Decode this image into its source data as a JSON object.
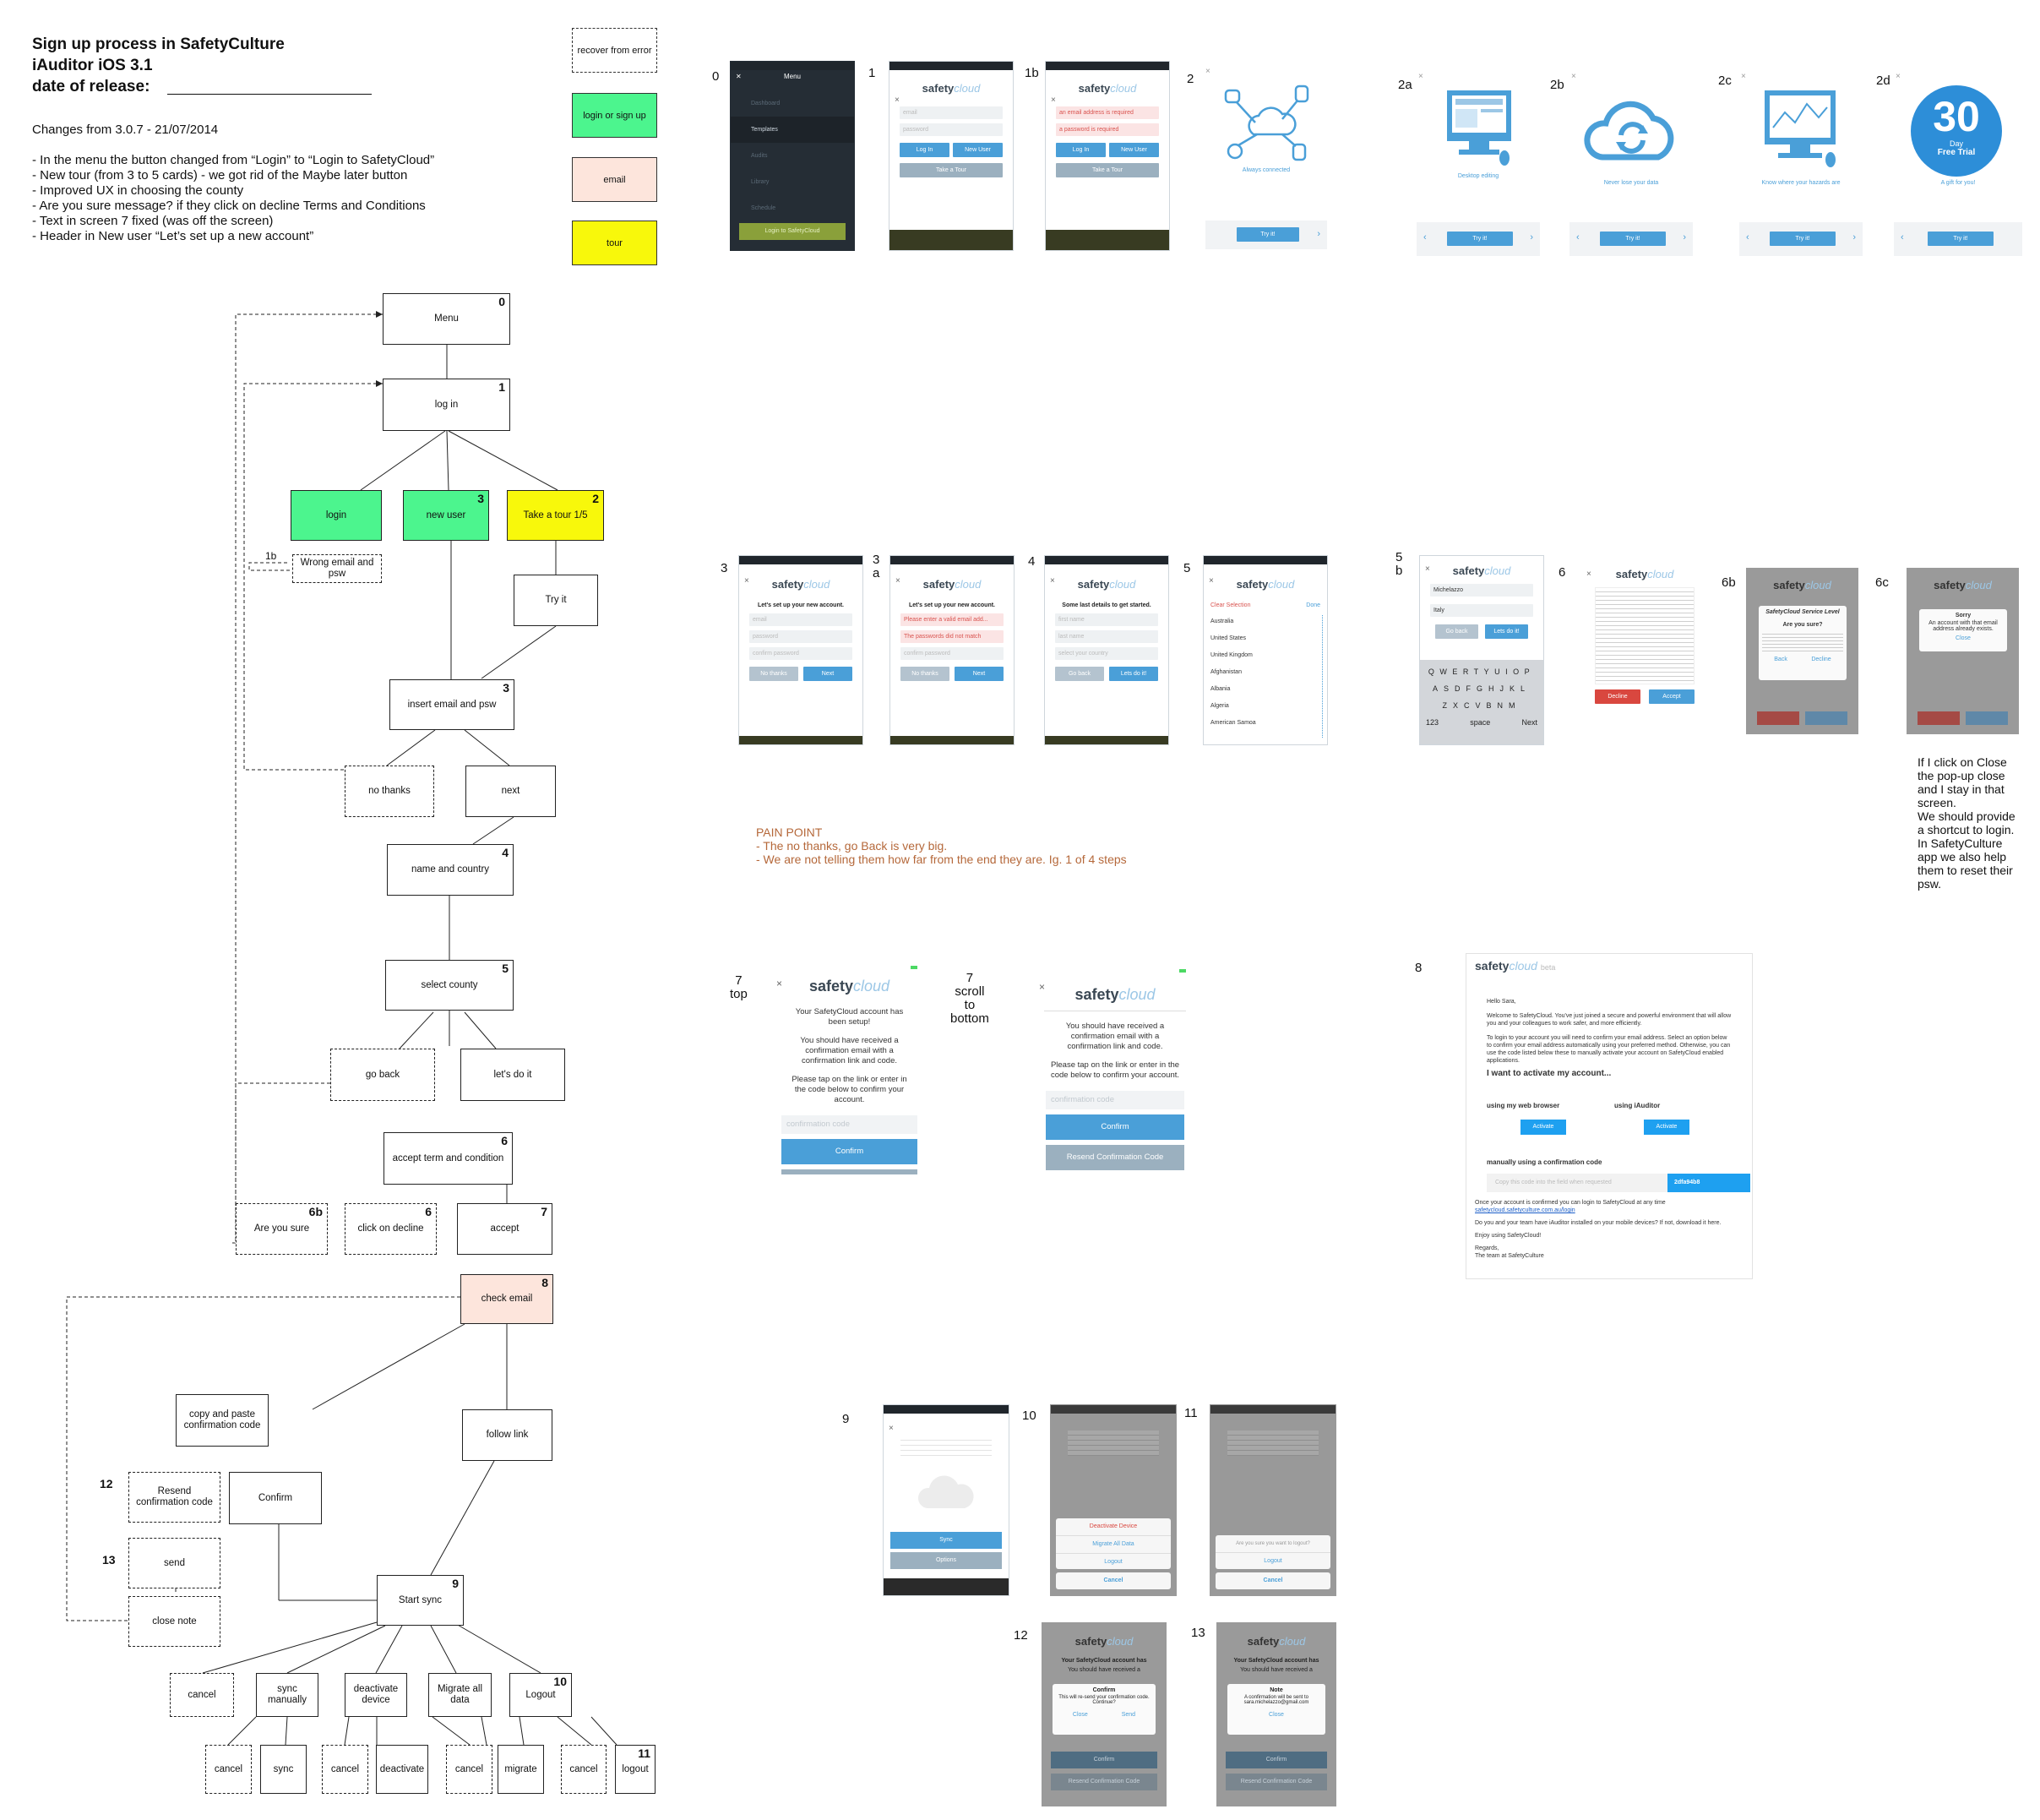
{
  "header": {
    "title": "Sign up process in SafetyCulture",
    "subtitle": "iAuditor iOS 3.1",
    "release_label": "date of release:"
  },
  "changes": {
    "title": "Changes from 3.0.7 - 21/07/2014",
    "items": [
      "- In the menu the button changed from “Login” to “Login to SafetyCloud”",
      "- New tour (from 3 to 5 cards) - we got rid of the Maybe later button",
      "- Improved UX in choosing the county",
      "- Are you sure message? if they click on decline Terms and Conditions",
      "- Text in screen 7 fixed (was off the screen)",
      "- Header in New user “Let’s set up a new account”"
    ]
  },
  "legend": {
    "recover": "recover from error",
    "login": "login or sign up",
    "email": "email",
    "tour": "tour"
  },
  "colors": {
    "green": "#4cf58e",
    "pink": "#fde5dc",
    "yellow": "#f8f80b",
    "blue": "#4a9fd8",
    "pain": "#b5683a"
  },
  "flow": {
    "menu": {
      "label": "Menu",
      "num": "0"
    },
    "login_box": {
      "label": "log in",
      "num": "1"
    },
    "login": {
      "label": "login"
    },
    "new_user": {
      "label": "new user",
      "num": "3"
    },
    "tour": {
      "label": "Take a tour 1/5",
      "num": "2"
    },
    "wrong": {
      "label": "Wrong  email and psw",
      "side": "1b"
    },
    "try_it": {
      "label": "Try it"
    },
    "insert": {
      "label": "insert email and psw",
      "num": "3"
    },
    "no_thanks": {
      "label": "no thanks"
    },
    "next": {
      "label": "next"
    },
    "name_country": {
      "label": "name and country",
      "num": "4"
    },
    "select_county": {
      "label": "select county",
      "num": "5"
    },
    "go_back": {
      "label": "go back"
    },
    "lets_do_it": {
      "label": "let's do it"
    },
    "accept_terms": {
      "label": "accept term and condition",
      "num": "6"
    },
    "are_you_sure": {
      "label": "Are you sure",
      "num": "6b"
    },
    "click_decline": {
      "label": "click on decline",
      "num": "6"
    },
    "accept": {
      "label": "accept",
      "num": "7"
    },
    "check_email": {
      "label": "check email",
      "num": "8"
    },
    "copy_paste": {
      "label": "copy and paste confirmation code"
    },
    "follow_link": {
      "label": "follow link"
    },
    "resend": {
      "label": "Resend confirmation code",
      "num": "12"
    },
    "confirm": {
      "label": "Confirm"
    },
    "send": {
      "label": "send",
      "num": "13"
    },
    "close_note": {
      "label": "close note"
    },
    "start_sync": {
      "label": "Start sync",
      "num": "9"
    },
    "cancel": {
      "label": "cancel"
    },
    "sync_manually": {
      "label": "sync manually"
    },
    "deactivate_device": {
      "label": "deactivate device"
    },
    "migrate_all": {
      "label": "Migrate all data"
    },
    "logout_box": {
      "label": "Logout",
      "num": "10"
    },
    "c_cancel1": {
      "label": "cancel"
    },
    "c_sync": {
      "label": "sync"
    },
    "c_cancel2": {
      "label": "cancel"
    },
    "c_deactivate": {
      "label": "deactivate"
    },
    "c_cancel3": {
      "label": "cancel"
    },
    "c_migrate": {
      "label": "migrate"
    },
    "c_cancel4": {
      "label": "cancel"
    },
    "c_logout": {
      "label": "logout",
      "num": "11"
    }
  },
  "screens": {
    "s0": {
      "label": "0",
      "title": "Menu",
      "items": [
        "Dashboard",
        "Templates",
        "Audits",
        "Library",
        "Schedule"
      ],
      "button": "Login to SafetyCloud"
    },
    "s1": {
      "label": "1",
      "fields": [
        "email",
        "password"
      ],
      "login": "Log In",
      "new_user": "New User",
      "tour": "Take a Tour"
    },
    "s1b": {
      "label": "1b",
      "err1": "an email address is required",
      "err2": "a password is required",
      "login": "Log In",
      "new_user": "New User",
      "tour": "Take a Tour"
    },
    "s2": {
      "label": "2",
      "caption": "Always connected",
      "btn": "Try it!"
    },
    "s2a": {
      "label": "2a",
      "caption": "Desktop editing",
      "btn": "Try it!"
    },
    "s2b": {
      "label": "2b",
      "caption": "Never lose your data",
      "btn": "Try it!"
    },
    "s2c": {
      "label": "2c",
      "caption": "Know where your hazards are",
      "btn": "Try it!"
    },
    "s2d": {
      "label": "2d",
      "big": "30",
      "day": "Day",
      "trial": "Free Trial",
      "caption": "A gift for you!",
      "btn": "Try it!"
    },
    "s3": {
      "label": "3",
      "heading": "Let's set up your new account.",
      "fields": [
        "email",
        "password",
        "confirm password"
      ],
      "no": "No thanks",
      "next": "Next"
    },
    "s3a": {
      "label": "3\na",
      "heading": "Let's set up your new account.",
      "err1": "Please enter a valid email add...",
      "err2": "The passwords did not match",
      "field": "confirm password",
      "no": "No thanks",
      "next": "Next"
    },
    "s4": {
      "label": "4",
      "heading": "Some last details to get started.",
      "fields": [
        "first name",
        "last name",
        "select your country"
      ],
      "back": "Go back",
      "go": "Lets do it!"
    },
    "s5": {
      "label": "5",
      "clear": "Clear Selection",
      "done": "Done",
      "countries": [
        "Australia",
        "United States",
        "United Kingdom",
        "Afghanistan",
        "Albania",
        "Algeria",
        "American Samoa"
      ]
    },
    "s5b": {
      "label": "5\nb",
      "name": "Michelazzo",
      "country": "Italy",
      "back": "Go back",
      "go": "Lets do it!",
      "row1": "QWERTYUIOP",
      "row2": "ASDFGHJKL",
      "row3": "ZXCVBNM",
      "space": "space",
      "next": "Next",
      "num": "123"
    },
    "s6": {
      "label": "6",
      "decline": "Decline",
      "accept": "Accept"
    },
    "s6b": {
      "label": "6b",
      "title": "SafetyCloud Service Level",
      "q": "Are you sure?",
      "back": "Back",
      "decline": "Decline"
    },
    "s6c": {
      "label": "6c",
      "title": "Sorry",
      "msg": "An account with that email address already exists.",
      "close": "Close"
    },
    "s7top": {
      "label": "7\ntop",
      "msg1": "Your SafetyCloud account has been setup!",
      "msg2": "You should have received a confirmation email with a confirmation link and code.",
      "msg3": "Please tap on the link or enter in the code below to confirm your account.",
      "placeholder": "confirmation code",
      "confirm": "Confirm"
    },
    "s7bot": {
      "label": "7\nscroll\nto\nbottom",
      "msg2": "You should have received a confirmation email with a confirmation link and code.",
      "msg3": "Please tap on the link or enter in the code below to confirm your account.",
      "placeholder": "confirmation code",
      "confirm": "Confirm",
      "resend": "Resend Confirmation Code"
    },
    "s8": {
      "label": "8",
      "beta": "beta",
      "hello": "Hello Sara,",
      "p1": "Welcome to SafetyCloud. You've just joined a secure and powerful environment that will allow you and your colleagues to work safer, and more efficiently.",
      "p2": "To login to your account you will need to confirm your email address. Select an option below to confirm your email address automatically using your preferred method. Otherwise, you can use the code listed below these to manually activate your account on SafetyCloud enabled applications.",
      "activate_q": "I want to activate my account...",
      "web": "using my web browser",
      "ios": "using iAuditor",
      "act": "Activate",
      "manual": "manually using a confirmation code",
      "copy": "Copy this code into the field when requested",
      "code": "2dfa94b8",
      "p3": "Once your account is confirmed you can login to SafetyCloud at any time",
      "link": "safetycloud.safetyculture.com.au/login",
      "p4": "Do you and your team have iAuditor installed on your mobile devices? If not, download it here.",
      "p5": "Enjoy using SafetyCloud!",
      "p6": "Regards,",
      "p7": "The team at SafetyCulture"
    },
    "s9": {
      "label": "9",
      "sync": "Sync",
      "options": "Options"
    },
    "s10": {
      "label": "10",
      "a1": "Deactivate Device",
      "a2": "Migrate All Data",
      "a3": "Logout",
      "cancel": "Cancel"
    },
    "s11": {
      "label": "11",
      "q": "Are you sure you want to logout?",
      "logout": "Logout",
      "cancel": "Cancel"
    },
    "s12": {
      "label": "12",
      "heading": "Your SafetyCloud account has",
      "sub": "You should have received a",
      "title": "Confirm",
      "msg": "This will re-send your confirmation code. Continue?",
      "close": "Close",
      "send": "Send",
      "confirm": "Confirm",
      "resend": "Resend Confirmation Code"
    },
    "s13": {
      "label": "13",
      "heading": "Your SafetyCloud account has",
      "sub": "You should have received a",
      "title": "Note",
      "msg": "A confirmation will be sent to sara.michelazzo@gmail.com",
      "close": "Close",
      "confirm": "Confirm",
      "resend": "Resend Confirmation Code"
    }
  },
  "pain": {
    "title": "PAIN POINT",
    "l1": "- The no thanks, go Back is very big.",
    "l2": "- We are not telling them how far from the end they are. Ig. 1 of 4 steps"
  },
  "note6c": "If I click on Close\nthe pop-up close\nand I stay in that\nscreen.\nWe should provide\na shortcut to login.\nIn SafetyCulture\napp we also help\nthem to reset their\npsw."
}
